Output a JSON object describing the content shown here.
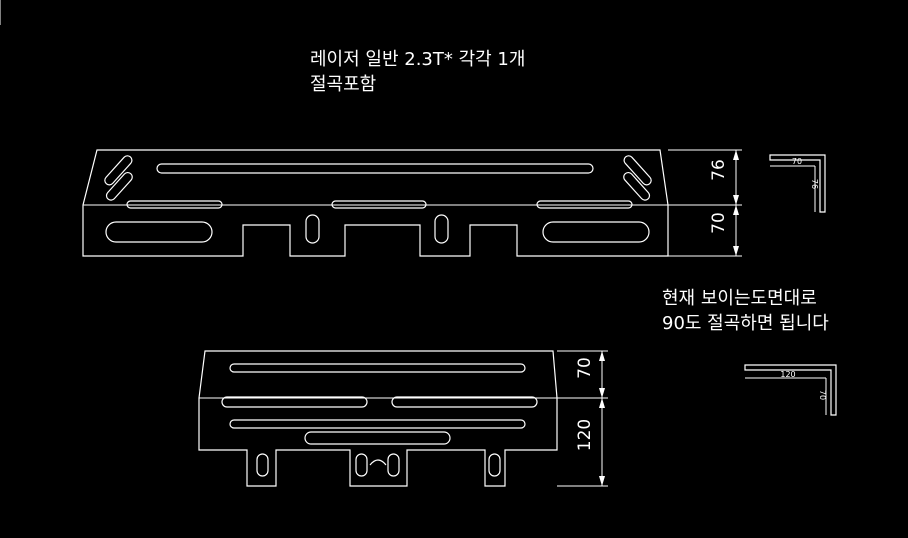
{
  "notes": {
    "top_line1": "레이저 일반 2.3T* 각각 1개",
    "top_line2": "절곡포함",
    "right_line1": "현재 보이는도면대로",
    "right_line2": "90도 절곡하면 됩니다"
  },
  "part1": {
    "dim_upper": "76",
    "dim_lower": "70",
    "section_h": "70",
    "section_v": "76"
  },
  "part2": {
    "dim_upper": "70",
    "dim_lower": "120",
    "section_h": "120",
    "section_v": "70"
  },
  "colors": {
    "background": "#000000",
    "lines": "#ffffff"
  }
}
